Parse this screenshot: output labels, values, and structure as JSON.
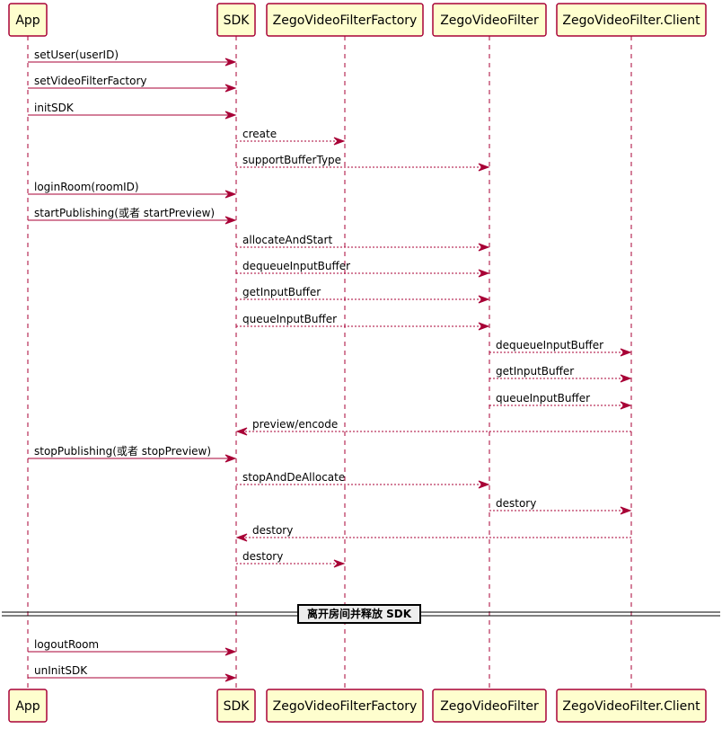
{
  "participants": [
    {
      "id": "app",
      "label": "App"
    },
    {
      "id": "sdk",
      "label": "SDK"
    },
    {
      "id": "factory",
      "label": "ZegoVideoFilterFactory"
    },
    {
      "id": "filter",
      "label": "ZegoVideoFilter"
    },
    {
      "id": "client",
      "label": "ZegoVideoFilter.Client"
    }
  ],
  "messages": [
    {
      "from": "app",
      "to": "sdk",
      "label": "setUser(userID)",
      "style": "solid"
    },
    {
      "from": "app",
      "to": "sdk",
      "label": "setVideoFilterFactory",
      "style": "solid"
    },
    {
      "from": "app",
      "to": "sdk",
      "label": "initSDK",
      "style": "solid"
    },
    {
      "from": "sdk",
      "to": "factory",
      "label": "create",
      "style": "dashed"
    },
    {
      "from": "sdk",
      "to": "filter",
      "label": "supportBufferType",
      "style": "dashed"
    },
    {
      "from": "app",
      "to": "sdk",
      "label": "loginRoom(roomID)",
      "style": "solid"
    },
    {
      "from": "app",
      "to": "sdk",
      "label": "startPublishing(或者 startPreview)",
      "style": "solid"
    },
    {
      "from": "sdk",
      "to": "filter",
      "label": "allocateAndStart",
      "style": "dashed"
    },
    {
      "from": "sdk",
      "to": "filter",
      "label": "dequeueInputBuffer",
      "style": "dashed"
    },
    {
      "from": "sdk",
      "to": "filter",
      "label": "getInputBuffer",
      "style": "dashed"
    },
    {
      "from": "sdk",
      "to": "filter",
      "label": "queueInputBuffer",
      "style": "dashed"
    },
    {
      "from": "filter",
      "to": "client",
      "label": "dequeueInputBuffer",
      "style": "dashed"
    },
    {
      "from": "filter",
      "to": "client",
      "label": "getInputBuffer",
      "style": "dashed"
    },
    {
      "from": "filter",
      "to": "client",
      "label": "queueInputBuffer",
      "style": "dashed"
    },
    {
      "from": "client",
      "to": "sdk",
      "label": "preview/encode",
      "style": "dashed"
    },
    {
      "from": "app",
      "to": "sdk",
      "label": "stopPublishing(或者 stopPreview)",
      "style": "solid"
    },
    {
      "from": "sdk",
      "to": "filter",
      "label": "stopAndDeAllocate",
      "style": "dashed"
    },
    {
      "from": "filter",
      "to": "client",
      "label": "destory",
      "style": "dashed"
    },
    {
      "from": "client",
      "to": "sdk",
      "label": "destory",
      "style": "dashed"
    },
    {
      "from": "sdk",
      "to": "factory",
      "label": "destory",
      "style": "dashed"
    },
    {
      "divider": "离开房间并释放 SDK"
    },
    {
      "from": "app",
      "to": "sdk",
      "label": "logoutRoom",
      "style": "solid"
    },
    {
      "from": "app",
      "to": "sdk",
      "label": "unInitSDK",
      "style": "solid"
    }
  ],
  "colors": {
    "line": "#A80036",
    "box_fill": "#FEFECE",
    "divider_fill": "#EEEEEE"
  }
}
